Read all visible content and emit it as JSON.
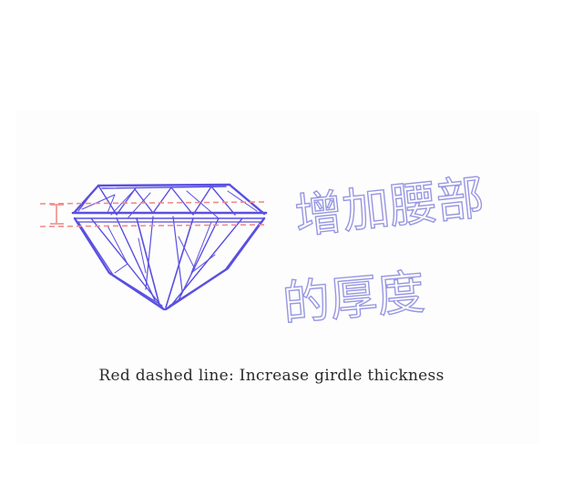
{
  "caption": "Red dashed line: Increase girdle thickness",
  "handwriting": {
    "line1": "增加腰部",
    "line2": "的厚度"
  },
  "colors": {
    "sketch": "#5a4fe0",
    "dashed": "#f08c8c",
    "handwriting": "#8c8ce0",
    "caption": "#2b2b2b"
  }
}
